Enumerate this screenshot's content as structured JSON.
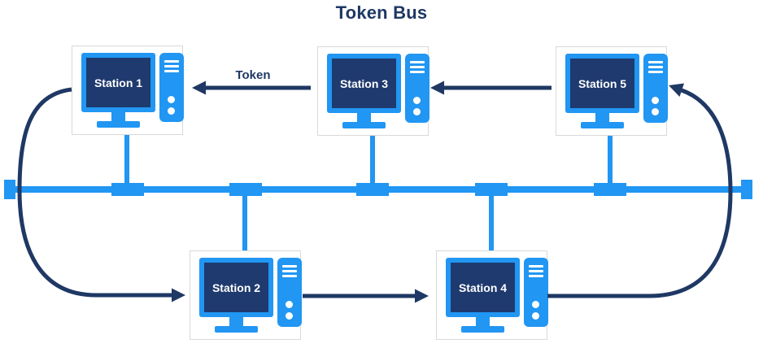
{
  "diagram": {
    "title": "Token Bus",
    "token_label": "Token",
    "type": "network-topology",
    "topology": "token bus",
    "stations": [
      {
        "label": "Station 1",
        "row": "top"
      },
      {
        "label": "Station 2",
        "row": "bottom"
      },
      {
        "label": "Station 3",
        "row": "top"
      },
      {
        "label": "Station 4",
        "row": "bottom"
      },
      {
        "label": "Station 5",
        "row": "top"
      }
    ],
    "bus": {
      "terminators": 2,
      "taps": 5
    },
    "token_flow_arrows": [
      {
        "from": "Station 5",
        "to": "Station 3",
        "label": ""
      },
      {
        "from": "Station 3",
        "to": "Station 1",
        "label": "Token"
      },
      {
        "from": "Station 1",
        "to": "Station 2",
        "label": ""
      },
      {
        "from": "Station 2",
        "to": "Station 4",
        "label": ""
      },
      {
        "from": "Station 4",
        "to": "Station 5",
        "label": ""
      }
    ],
    "colors": {
      "bus_blue": "#2196F3",
      "arrow_navy": "#1F3864",
      "screen_navy": "#1F3A6E",
      "station_bg": "#FFFFFF",
      "station_border": "#D9D9D9",
      "title_navy": "#1F3864"
    }
  }
}
